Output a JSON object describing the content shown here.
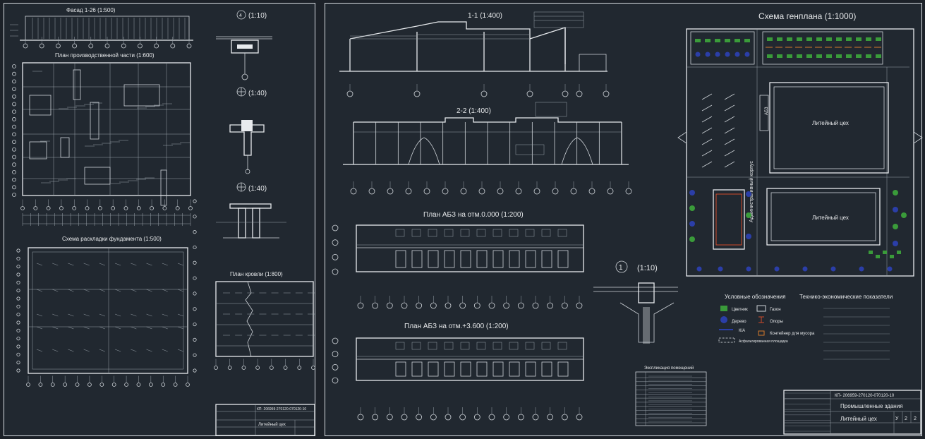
{
  "sheet1": {
    "facade_title": "Фасад 1-26  (1:500)",
    "plan_prod_title": "План производственной части (1:600)",
    "foundation_title": "Схема раскладки фундамента (1:500)",
    "roof_title": "План кровли (1:800)",
    "node4_label": "4",
    "node4_scale": "(1:10)",
    "node3_scale": "(1:40)",
    "node2_scale": "(1:40)",
    "stamp_code": "КП- 206959-270120-070120-10",
    "stamp_name": "Литейный цех"
  },
  "sheet2": {
    "section11_title": "1-1 (1:400)",
    "section22_title": "2-2 (1:400)",
    "abz0_title": "План АБЗ на отм.0.000 (1:200)",
    "abz3_title": "План АБЗ на отм.+3.600 (1:200)",
    "node1_label": "1",
    "node1_scale": "(1:10)",
    "genplan_title": "Схема генплана (1:1000)",
    "shop_label_1": "Литейный цех",
    "shop_label_2": "Литейный цех",
    "admin_label": "Административный корпус",
    "abz_small_label": "АБЗ",
    "legend_title": "Условные обозначения",
    "tep_title": "Технико-экономические показатели",
    "legend_items": [
      "Цветник",
      "Газон",
      "Дерево",
      "Опоры",
      "К/А",
      "Контейнер для мусора",
      "Асфальтированная площадка"
    ],
    "rooms_title": "Экспликация помещений",
    "stamp_code": "КП- 206959-270120-070120-10",
    "stamp_subject": "Промышленные здания",
    "stamp_name": "Литейный цех",
    "stamp_stage": "У",
    "stamp_sheet": "2",
    "stamp_sheets": "2"
  }
}
